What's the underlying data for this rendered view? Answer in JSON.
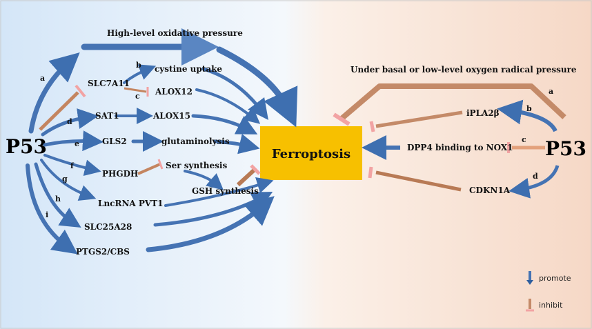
{
  "p53_left": "P53",
  "p53_right": "P53",
  "center": "Ferroptosis",
  "left_title": "High-level oxidative pressure",
  "right_title": "Under basal or low-level oxygen radical pressure",
  "left_letters": [
    "a",
    "b",
    "c",
    "d",
    "e",
    "f",
    "g",
    "h",
    "i"
  ],
  "left_nodes": {
    "slc7a11": "SLC7A11",
    "cystine": "cystine uptake",
    "alox12": "ALOX12",
    "sat1": "SAT1",
    "alox15": "ALOX15",
    "gls2": "GLS2",
    "glutaminolysis": "glutaminolysis",
    "phgdh": "PHGDH",
    "ser": "Ser synthesis",
    "gsh": "GSH synthesis",
    "lncrna": "LncRNA PVT1",
    "slc25a28": "SLC25A28",
    "ptgs2": "PTGS2/CBS"
  },
  "right_letters": [
    "a",
    "b",
    "c",
    "d"
  ],
  "right_nodes": {
    "ipla2b": "iPLA2β",
    "dpp4": "DPP4 binding to NOX1",
    "cdkn1a": "CDKN1A"
  },
  "legend": {
    "promote": "promote",
    "inhibit": "inhibit"
  },
  "colors": {
    "promote": "#3e6fb0",
    "inhibit": "#c98a64",
    "inhibit_head": "#f2a3a3",
    "center_box": "#f7c000"
  }
}
